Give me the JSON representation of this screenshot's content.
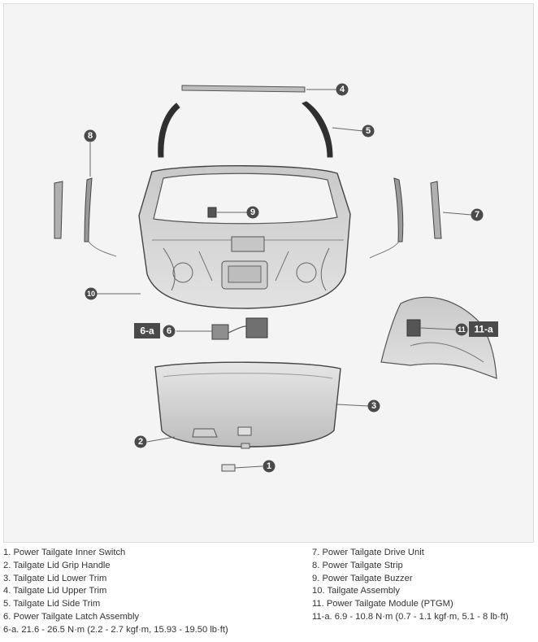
{
  "callouts": {
    "c1": "1",
    "c2": "2",
    "c3": "3",
    "c4": "4",
    "c5": "5",
    "c6": "6",
    "c7": "7",
    "c8": "8",
    "c9": "9",
    "c10": "10",
    "c11": "11",
    "tag_6a": "6-a",
    "tag_11a": "11-a"
  },
  "legend": {
    "left": [
      "1. Power Tailgate Inner Switch",
      "2. Tailgate Lid Grip Handle",
      "3. Tailgate Lid Lower Trim",
      "4. Tailgate Lid Upper Trim",
      "5. Tailgate Lid Side Trim",
      "6. Power Tailgate Latch Assembly",
      "6-a. 21.6 - 26.5 N·m (2.2 - 2.7 kgf·m, 15.93 - 19.50 lb·ft)"
    ],
    "right": [
      "7. Power Tailgate Drive Unit",
      "8. Power Tailgate Strip",
      "9. Power Tailgate Buzzer",
      "10. Tailgate Assembly",
      "11. Power Tailgate Module (PTGM)",
      "11-a. 6.9 - 10.8 N·m (0.7 - 1.1 kgf·m, 5.1 - 8 lb·ft)"
    ]
  },
  "colors": {
    "callout_fill": "#4a4a4a",
    "part_stroke": "#555555",
    "part_fill": "#d9d9d9",
    "leader": "#666666"
  }
}
